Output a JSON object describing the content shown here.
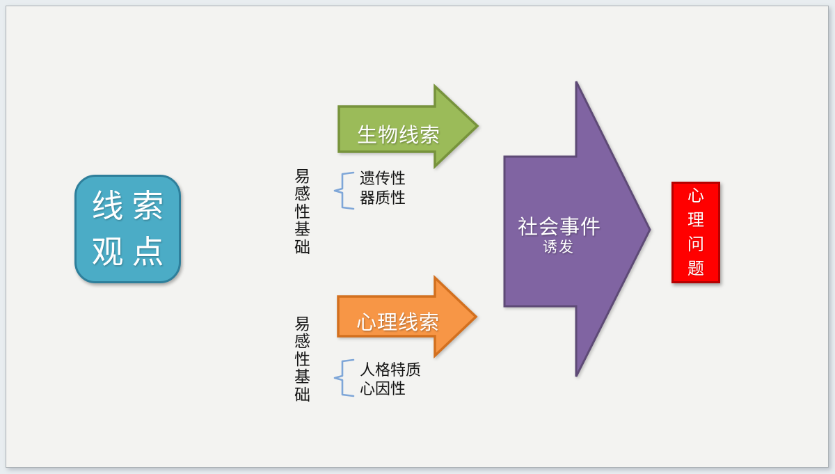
{
  "canvas": {
    "outer_bg": "#E8EDF0",
    "slide_bg": "#F3F3F1"
  },
  "cue_box": {
    "line1": "线索",
    "line2": "观点",
    "fill": "#4BACC6",
    "border": "#2E7F9B"
  },
  "bio_arrow": {
    "label": "生物线索",
    "fill": "#9BBB59",
    "border": "#77933C"
  },
  "psych_arrow": {
    "label": "心理线索",
    "fill": "#F79646",
    "border": "#D3701F"
  },
  "social_arrow": {
    "title": "社会事件",
    "subtitle": "诱发",
    "fill": "#8064A2",
    "border": "#5E4A76"
  },
  "outcome_box": {
    "label": "心理问题",
    "fill": "#FF0000",
    "border": "#B70000"
  },
  "groups": [
    {
      "label": "易感性基础",
      "items": [
        "遗传性",
        "器质性"
      ]
    },
    {
      "label": "易感性基础",
      "items": [
        "人格特质",
        "心因性"
      ]
    }
  ],
  "brace_color": "#7EA6D8"
}
